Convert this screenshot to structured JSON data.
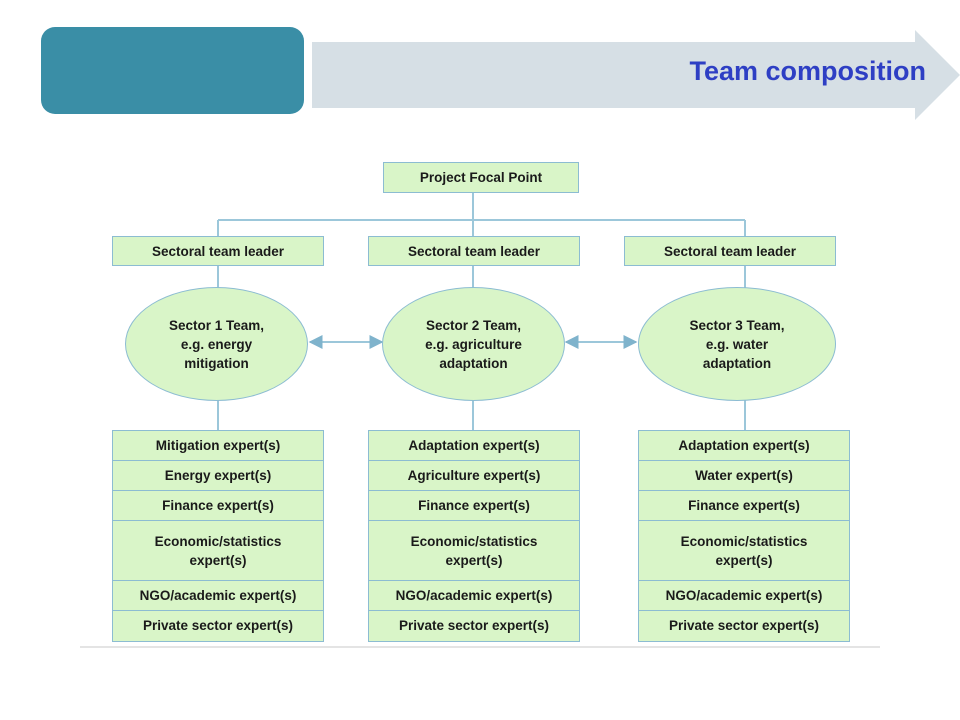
{
  "header": {
    "title": "Team composition"
  },
  "colors": {
    "teal_block": "#3a8ea6",
    "banner_arrow": "#d6dfe5",
    "title_text": "#2e3fc4",
    "node_fill": "#d9f5c8",
    "node_border": "#8cbcd2",
    "connector": "#9cc7da"
  },
  "org_chart": {
    "focal_point": "Project Focal Point",
    "sectors": [
      {
        "leader": "Sectoral team leader",
        "team": "Sector 1 Team,\ne.g. energy\nmitigation",
        "experts": [
          "Mitigation expert(s)",
          "Energy expert(s)",
          "Finance expert(s)",
          "Economic/statistics\nexpert(s)",
          "NGO/academic expert(s)",
          "Private sector expert(s)"
        ]
      },
      {
        "leader": "Sectoral team leader",
        "team": "Sector 2 Team,\ne.g. agriculture\nadaptation",
        "experts": [
          "Adaptation expert(s)",
          "Agriculture expert(s)",
          "Finance expert(s)",
          "Economic/statistics\nexpert(s)",
          "NGO/academic expert(s)",
          "Private sector expert(s)"
        ]
      },
      {
        "leader": "Sectoral team leader",
        "team": "Sector 3 Team,\ne.g. water\nadaptation",
        "experts": [
          "Adaptation expert(s)",
          "Water expert(s)",
          "Finance expert(s)",
          "Economic/statistics\nexpert(s)",
          "NGO/academic expert(s)",
          "Private sector expert(s)"
        ]
      }
    ]
  }
}
